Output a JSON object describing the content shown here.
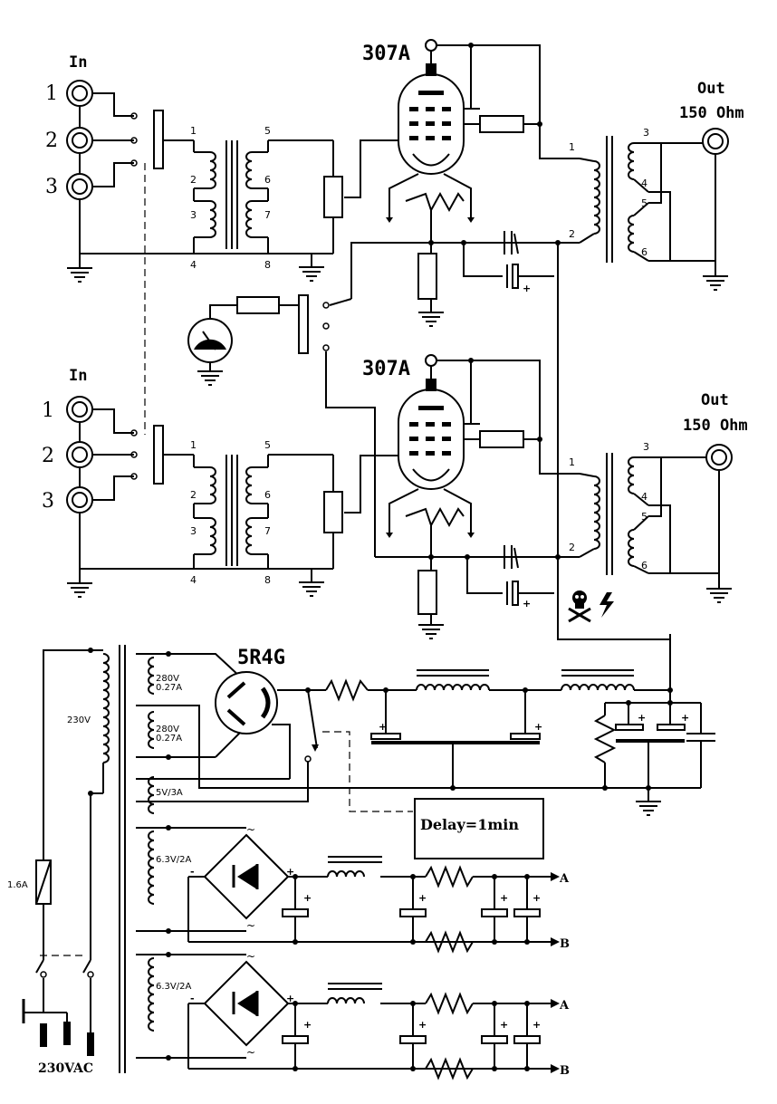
{
  "tubes": {
    "upper": "307A",
    "lower": "307A",
    "rectifier": "5R4G"
  },
  "inputs": {
    "upper": {
      "title": "In",
      "pins": [
        "1",
        "2",
        "3"
      ]
    },
    "lower": {
      "title": "In",
      "pins": [
        "1",
        "2",
        "3"
      ]
    }
  },
  "outputs": {
    "upper": {
      "label": "Out",
      "impedance": "150 Ohm"
    },
    "lower": {
      "label": "Out",
      "impedance": "150 Ohm"
    }
  },
  "input_transformer_pins": [
    "1",
    "2",
    "3",
    "4",
    "5",
    "6",
    "7",
    "8"
  ],
  "output_transformer_pins": [
    "1",
    "2",
    "3",
    "4",
    "5",
    "6"
  ],
  "power_transformer": {
    "primary": "230V",
    "hv1": "280V",
    "hv1_current": "0.27A",
    "hv2": "280V",
    "hv2_current": "0.27A",
    "fil": "5V/3A",
    "heater1": "6.3V/2A",
    "heater2": "6.3V/2A"
  },
  "fuse": "1.6A",
  "mains": "230VAC",
  "delay": "Delay=1min",
  "rails": {
    "upper_a": "A",
    "upper_b": "B",
    "lower_a": "A",
    "lower_b": "B"
  },
  "symbols": {
    "plus": "+",
    "minus": "-",
    "ac": "~"
  },
  "warning_icons": [
    "skull-crossbones-icon",
    "high-voltage-icon"
  ]
}
